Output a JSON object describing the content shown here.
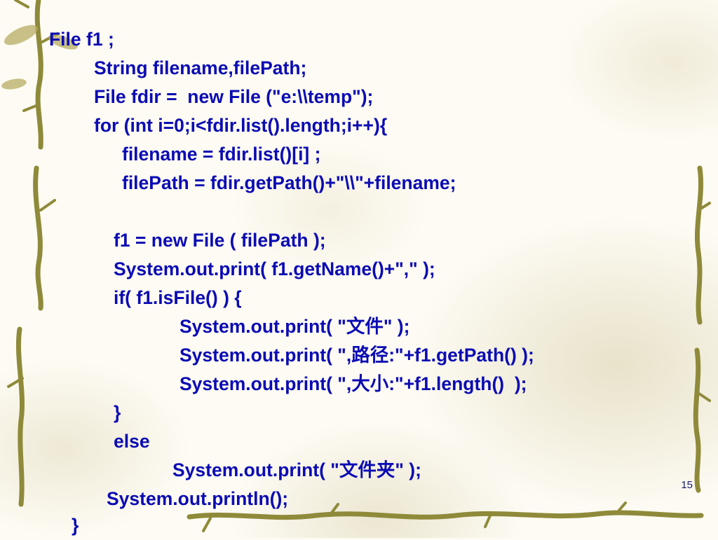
{
  "slide": {
    "page_number": "15",
    "code_lines": [
      "File f1 ;",
      "String filename,filePath;",
      "File fdir =  new File (\"e:\\\\temp\");",
      "for (int i=0;i<fdir.list().length;i++){",
      "filename = fdir.list()[i] ;",
      "filePath = fdir.getPath()+\"\\\\\"+filename;",
      "f1 = new File ( filePath );",
      "System.out.print( f1.getName()+\",\" );",
      "if( f1.isFile() ) {",
      "System.out.print( \"文件\" );",
      "System.out.print( \",路径:\"+f1.getPath() );",
      "System.out.print( \",大小:\"+f1.length()  );",
      "}",
      "else",
      "System.out.print( \"文件夹\" );",
      "System.out.println();",
      "}"
    ]
  },
  "theme": {
    "code_color": "#0b0bb4",
    "background": "#fdfbf3",
    "vine_color": "#8f8a3a"
  },
  "decoration": {
    "left_vine": "bamboo-vine-icon",
    "right_vine": "bamboo-vine-icon",
    "bottom_vine": "bamboo-vine-icon"
  }
}
